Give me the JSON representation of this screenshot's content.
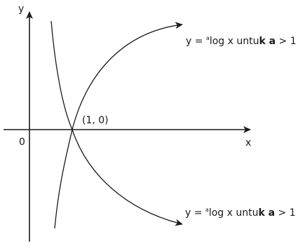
{
  "axes": {
    "x_label": "x",
    "y_label": "y",
    "origin_label": "0"
  },
  "point_label": "(1, 0)",
  "curve_labels": [
    {
      "prefix": "y = ",
      "sup": "a",
      "mid": "log x untu",
      "bold_part": "k a",
      "suffix": " > 1"
    },
    {
      "prefix": "y = ",
      "sup": "a",
      "mid": "log x untu",
      "bold_part": "k a",
      "suffix": " > 1"
    }
  ],
  "colors": {
    "ink": "#1a1a1a",
    "background": "#ffffff"
  }
}
